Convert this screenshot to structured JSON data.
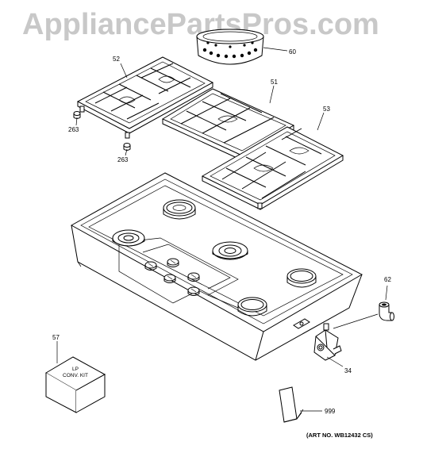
{
  "watermark": "AppliancePartsPros.com",
  "art_number": "(ART NO. WB12432 CS)",
  "callouts": {
    "p52": "52",
    "p60": "60",
    "p51": "51",
    "p53": "53",
    "p263a": "263",
    "p263b": "263",
    "p62": "62",
    "p57": "57",
    "p34": "34",
    "p999": "999"
  },
  "kit_label": {
    "line1": "LP",
    "line2": "CONV. KIT"
  }
}
